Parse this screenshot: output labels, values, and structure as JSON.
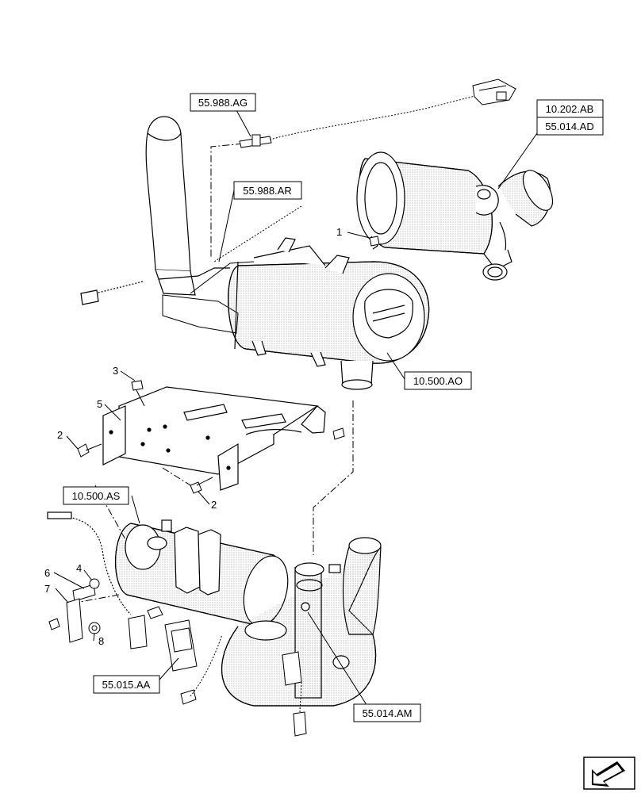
{
  "references": {
    "r_55988AG": "55.988.AG",
    "r_55988AR": "55.988.AR",
    "r_10202AB": "10.202.AB",
    "r_55014AD": "55.014.AD",
    "r_10500AO": "10.500.AO",
    "r_10500AS": "10.500.AS",
    "r_55015AA": "55.015.AA",
    "r_55014AM": "55.014.AM"
  },
  "callouts": {
    "c1": "1",
    "c2a": "2",
    "c2b": "2",
    "c3": "3",
    "c4": "4",
    "c5": "5",
    "c6": "6",
    "c7": "7",
    "c8": "8"
  },
  "icons": {
    "navigation": "corner-arrow-icon"
  }
}
